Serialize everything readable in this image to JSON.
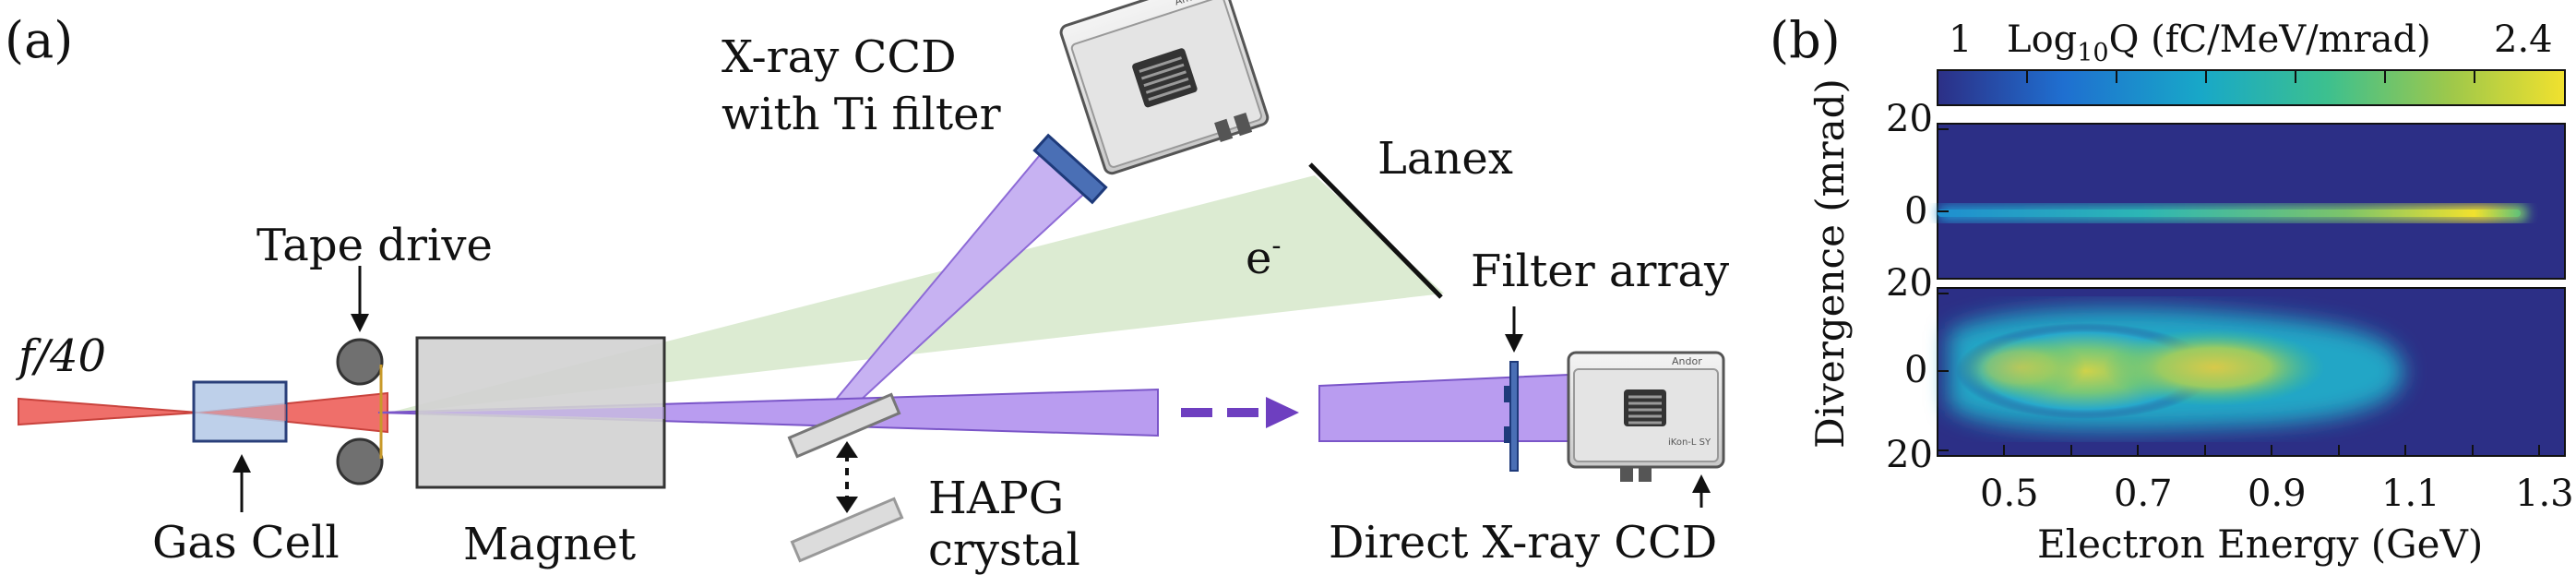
{
  "panel_a": {
    "panel_label": "(a)",
    "labels": {
      "f_number": "f/40",
      "gas_cell": "Gas Cell",
      "tape_drive": "Tape drive",
      "magnet": "Magnet",
      "xray_ccd_line1": "X-ray CCD",
      "xray_ccd_line2": "with Ti filter",
      "lanex": "Lanex",
      "electron": "e",
      "electron_sup": "-",
      "filter_array": "Filter array",
      "hapg_line1": "HAPG",
      "hapg_line2": "crystal",
      "direct_ccd": "Direct X-ray CCD",
      "camera_brand": "Andor",
      "camera_model": "iKon-L SY"
    },
    "colors": {
      "laser": "#ef6f6a",
      "xray_beam": "#b99cf0",
      "xray_beam_dark": "#7a55c8",
      "electron_fan": "#dcebd2",
      "gas_cell": "#b3c8e6",
      "magnet": "#d2d2d2",
      "filter": "#4a6fb5"
    }
  },
  "panel_b": {
    "panel_label": "(b)",
    "colorbar": {
      "label_prefix": "Log",
      "label_sub": "10",
      "label_suffix": "Q  (fC/MeV/mrad)",
      "min_label": "1",
      "max_label": "2.4"
    },
    "y_label": "Divergence (mrad)",
    "x_label": "Electron Energy (GeV)",
    "y_ticks_top": [
      "20",
      "0"
    ],
    "y_ticks_bottom": [
      "20",
      "0",
      "20"
    ],
    "x_ticks": [
      "0.5",
      "0.7",
      "0.9",
      "1.1",
      "1.3"
    ],
    "colors": {
      "background": "#2c2f86",
      "cmap": [
        "#2c2f86",
        "#1f6fd0",
        "#18a8c8",
        "#3cc08f",
        "#9fc84a",
        "#f1e12e"
      ]
    }
  }
}
